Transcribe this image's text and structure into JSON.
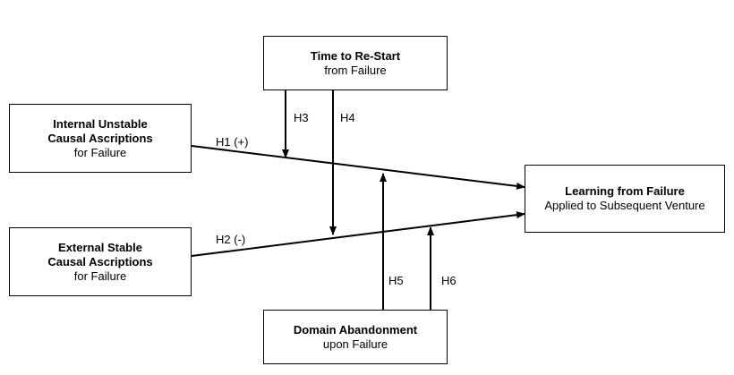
{
  "boxes": {
    "time_restart": {
      "line1": "Time to Re-Start",
      "line2": "from Failure"
    },
    "internal": {
      "line1": "Internal Unstable",
      "line2": "Causal Ascriptions",
      "line3": "for Failure"
    },
    "external": {
      "line1": "External Stable",
      "line2": "Causal Ascriptions",
      "line3": "for Failure"
    },
    "learning": {
      "line1": "Learning from Failure",
      "line2": "Applied to Subsequent Venture"
    },
    "domain": {
      "line1": "Domain Abandonment",
      "line2": "upon Failure"
    }
  },
  "hypotheses": {
    "h1": "H1 (+)",
    "h2": "H2 (-)",
    "h3": "H3",
    "h4": "H4",
    "h5": "H5",
    "h6": "H6"
  }
}
